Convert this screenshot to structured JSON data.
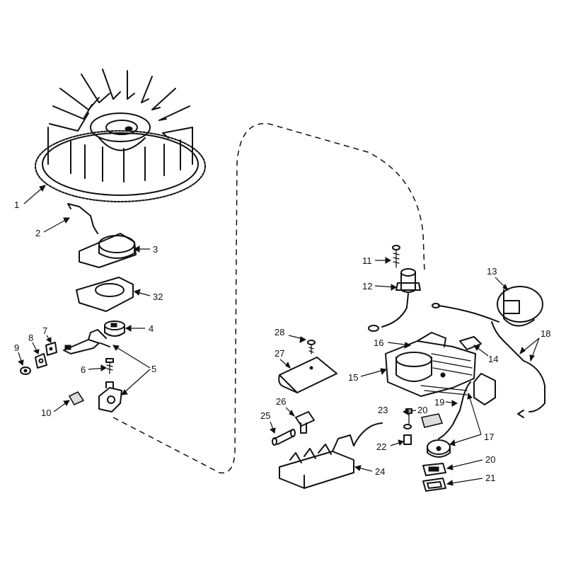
{
  "callouts": [
    {
      "id": "c1",
      "text": "1"
    },
    {
      "id": "c2",
      "text": "2"
    },
    {
      "id": "c3",
      "text": "3"
    },
    {
      "id": "c32",
      "text": "32"
    },
    {
      "id": "c4",
      "text": "4"
    },
    {
      "id": "c5",
      "text": "5"
    },
    {
      "id": "c6",
      "text": "6"
    },
    {
      "id": "c7",
      "text": "7"
    },
    {
      "id": "c8",
      "text": "8"
    },
    {
      "id": "c9",
      "text": "9"
    },
    {
      "id": "c10",
      "text": "10"
    },
    {
      "id": "c11",
      "text": "11"
    },
    {
      "id": "c12",
      "text": "12"
    },
    {
      "id": "c13",
      "text": "13"
    },
    {
      "id": "c14",
      "text": "14"
    },
    {
      "id": "c15",
      "text": "15"
    },
    {
      "id": "c16",
      "text": "16"
    },
    {
      "id": "c17",
      "text": "17"
    },
    {
      "id": "c18",
      "text": "18"
    },
    {
      "id": "c19",
      "text": "19"
    },
    {
      "id": "c20a",
      "text": "20"
    },
    {
      "id": "c20b",
      "text": "20"
    },
    {
      "id": "c21",
      "text": "21"
    },
    {
      "id": "c22",
      "text": "22"
    },
    {
      "id": "c23",
      "text": "23"
    },
    {
      "id": "c24",
      "text": "24"
    },
    {
      "id": "c25",
      "text": "25"
    },
    {
      "id": "c26",
      "text": "26"
    },
    {
      "id": "c27",
      "text": "27"
    },
    {
      "id": "c28",
      "text": "28"
    }
  ]
}
